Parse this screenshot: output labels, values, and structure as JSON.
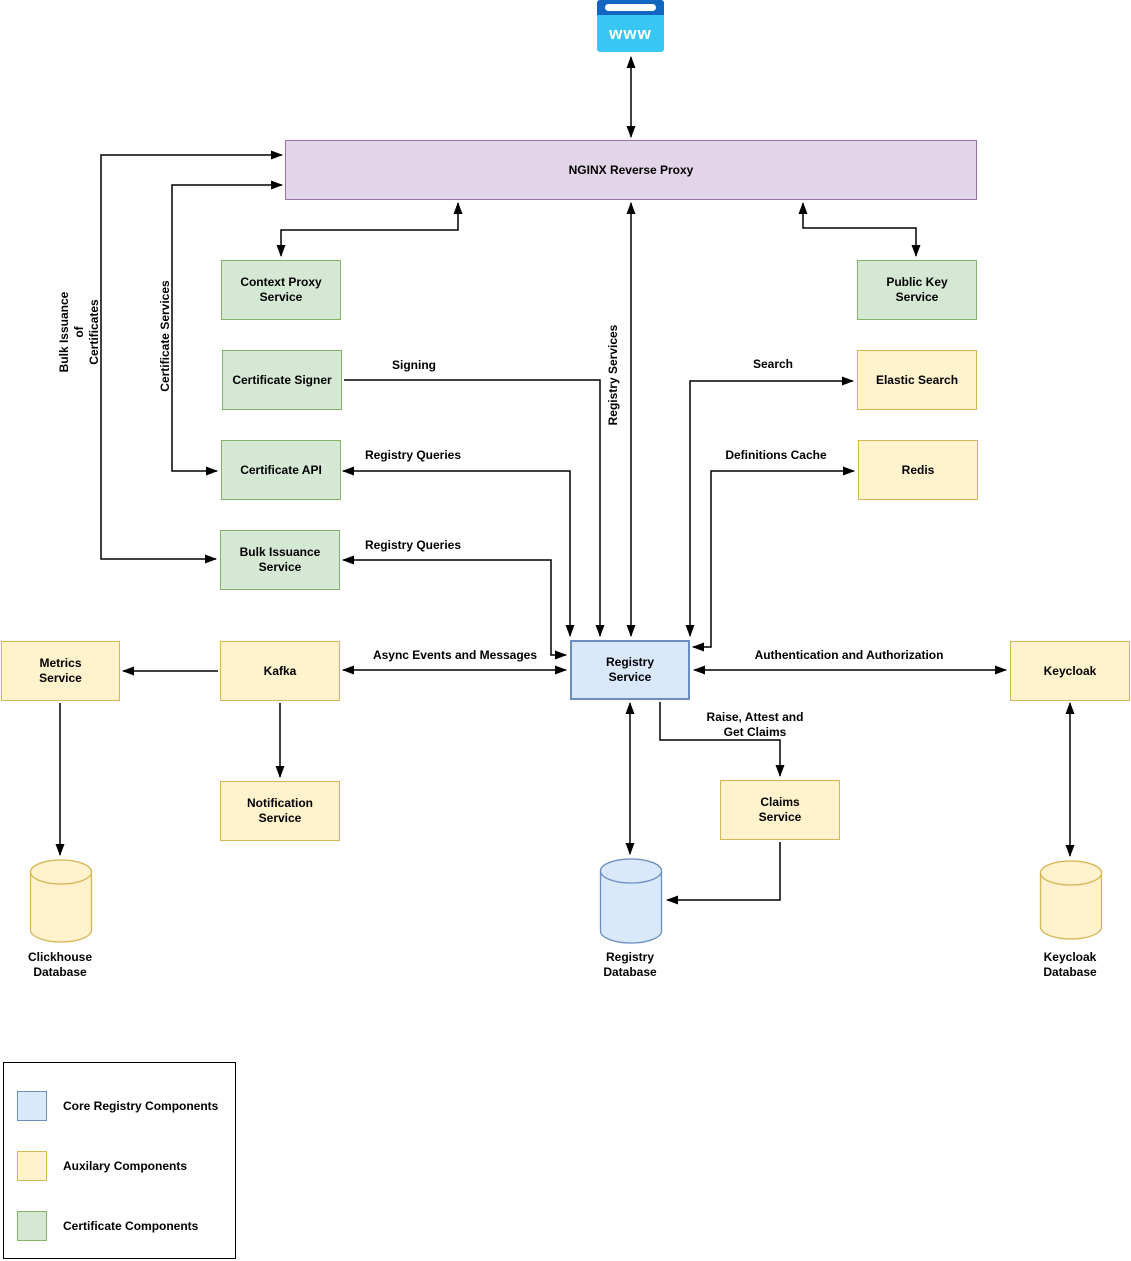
{
  "browser": {
    "label": "www"
  },
  "nodes": {
    "nginx": "NGINX Reverse Proxy",
    "context_proxy": "Context Proxy\nService",
    "certificate_signer": "Certificate Signer",
    "certificate_api": "Certificate API",
    "bulk_issuance": "Bulk Issuance\nService",
    "public_key": "Public Key\nService",
    "elastic_search": "Elastic Search",
    "redis": "Redis",
    "metrics": "Metrics\nService",
    "kafka": "Kafka",
    "registry": "Registry\nService",
    "keycloak": "Keycloak",
    "notification": "Notification\nService",
    "claims": "Claims\nService",
    "clickhouse_db": "Clickhouse\nDatabase",
    "registry_db": "Registry\nDatabase",
    "keycloak_db": "Keycloak\nDatabase"
  },
  "edges": {
    "signing": "Signing",
    "registry_queries_api": "Registry Queries",
    "registry_queries_bulk": "Registry Queries",
    "search": "Search",
    "definitions_cache": "Definitions Cache",
    "async_events": "Async Events and Messages",
    "auth": "Authentication and Authorization",
    "raise_claims": "Raise, Attest and\nGet Claims",
    "registry_services": "Registry Services",
    "certificate_services": "Certificate Services",
    "bulk_issuance_of_certificates": "Bulk Issuance\nof\nCertificates"
  },
  "legend": {
    "items": [
      {
        "label": "Core Registry Components",
        "fill": "#DAE8FC",
        "border": "#6C8EBF"
      },
      {
        "label": "Auxilary Components",
        "fill": "#FFF2CC",
        "border": "#D6B656"
      },
      {
        "label": "Certificate Components",
        "fill": "#D5E8D4",
        "border": "#82B366"
      }
    ]
  },
  "colors": {
    "core_registry": "#DAE8FC",
    "core_registry_border": "#6C8EBF",
    "auxiliary": "#FFF2CC",
    "auxiliary_border": "#D6B656",
    "certificate": "#D5E8D4",
    "certificate_border": "#82B366",
    "proxy": "#E1D5E7",
    "proxy_border": "#9673A6",
    "browser_header": "#1265C0",
    "browser_body": "#38C6F4",
    "line": "#000000"
  }
}
